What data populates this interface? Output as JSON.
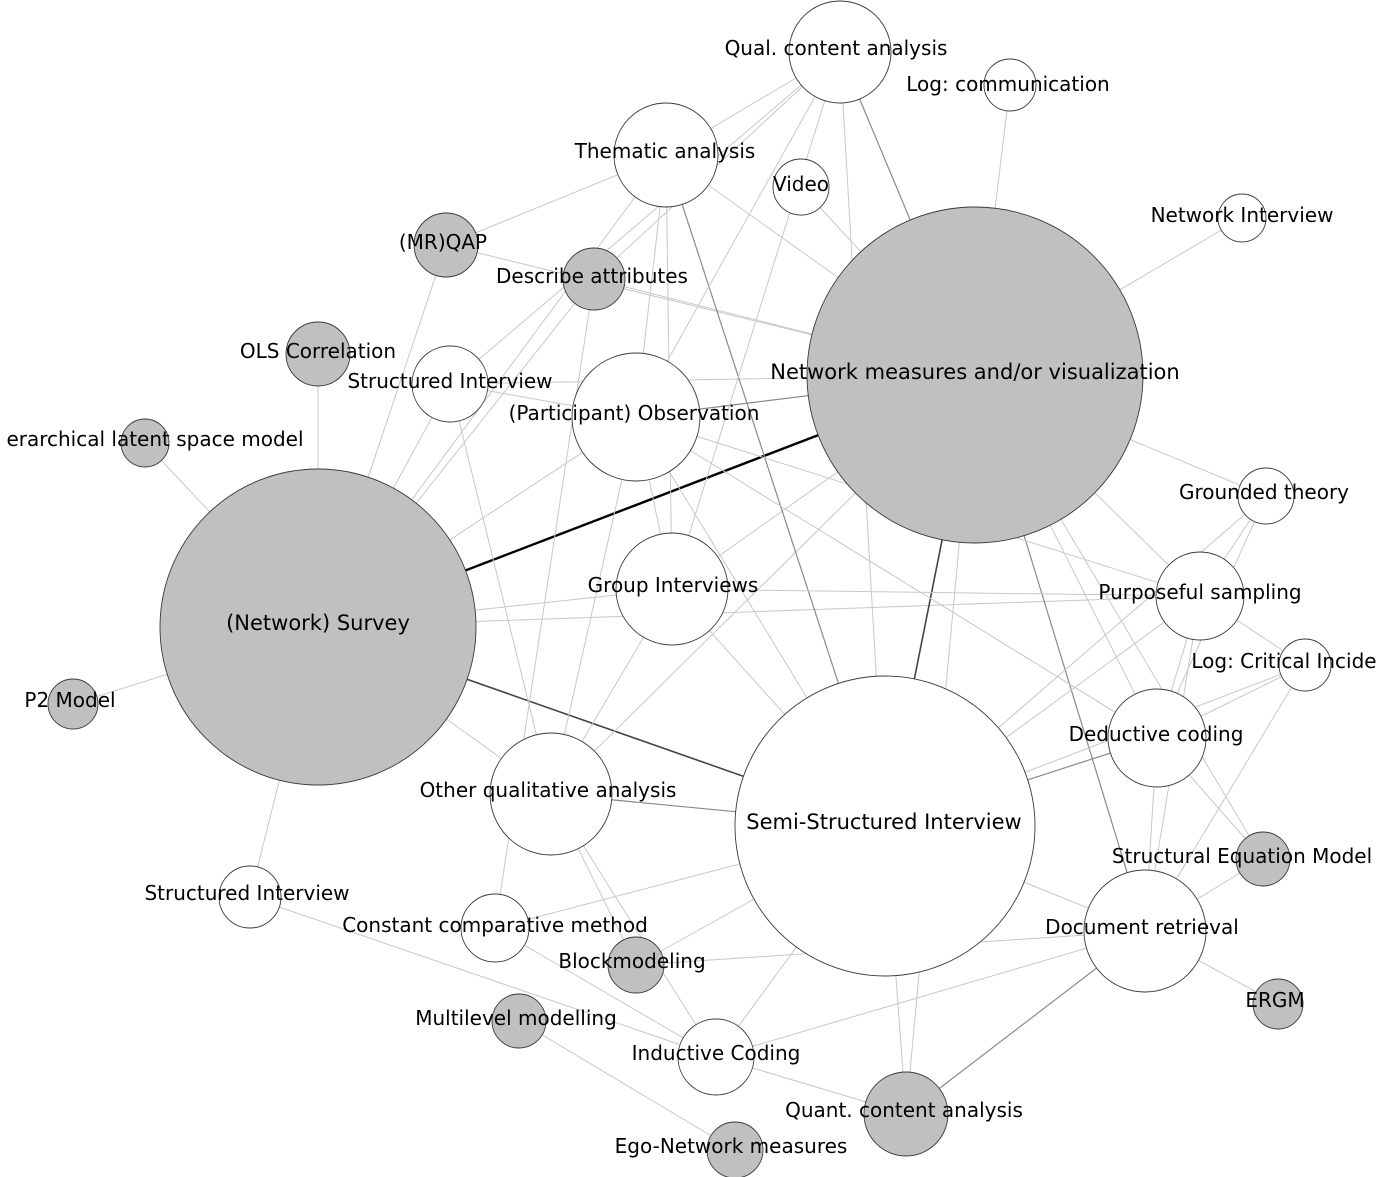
{
  "colors": {
    "background": "#ffffff",
    "quantitative_node": "#c0c0c0",
    "qualitative_node": "#ffffff",
    "node_stroke": "#3a3a3a",
    "label": "#000000"
  },
  "nodes": [
    {
      "id": "network-survey",
      "label": "(Network) Survey",
      "kind": "quantitative"
    },
    {
      "id": "network-measures",
      "label": "Network measures and/or visualization",
      "kind": "quantitative"
    },
    {
      "id": "semi-structured-interview",
      "label": "Semi-Structured Interview",
      "kind": "qualitative"
    },
    {
      "id": "qual-content-analysis",
      "label": "Qual. content analysis",
      "kind": "qualitative"
    },
    {
      "id": "log-communication",
      "label": "Log: communication",
      "kind": "qualitative"
    },
    {
      "id": "thematic-analysis",
      "label": "Thematic analysis",
      "kind": "qualitative"
    },
    {
      "id": "video",
      "label": "Video",
      "kind": "qualitative"
    },
    {
      "id": "network-interview",
      "label": "Network Interview",
      "kind": "qualitative"
    },
    {
      "id": "mr-qap",
      "label": "(MR)QAP",
      "kind": "quantitative"
    },
    {
      "id": "describe-attributes",
      "label": "Describe attributes",
      "kind": "quantitative"
    },
    {
      "id": "ols-correlation",
      "label": "OLS Correlation",
      "kind": "quantitative"
    },
    {
      "id": "structured-interview-top",
      "label": "Structured Interview",
      "kind": "qualitative"
    },
    {
      "id": "participant-observation",
      "label": "(Participant) Observation",
      "kind": "qualitative"
    },
    {
      "id": "hierarchical-latent-space",
      "label": "erarchical latent space model",
      "kind": "quantitative"
    },
    {
      "id": "grounded-theory",
      "label": "Grounded theory",
      "kind": "qualitative"
    },
    {
      "id": "group-interviews",
      "label": "Group Interviews",
      "kind": "qualitative"
    },
    {
      "id": "purposeful-sampling",
      "label": "Purposeful sampling",
      "kind": "qualitative"
    },
    {
      "id": "log-critical-incidents",
      "label": "Log: Critical Incide",
      "kind": "qualitative"
    },
    {
      "id": "p2-model",
      "label": "P2 Model",
      "kind": "quantitative"
    },
    {
      "id": "deductive-coding",
      "label": "Deductive coding",
      "kind": "qualitative"
    },
    {
      "id": "other-qualitative-analysis",
      "label": "Other qualitative analysis",
      "kind": "qualitative"
    },
    {
      "id": "structural-equation-model",
      "label": "Structural Equation Model",
      "kind": "quantitative"
    },
    {
      "id": "structured-interview-bottom",
      "label": "Structured Interview",
      "kind": "qualitative"
    },
    {
      "id": "constant-comparative-method",
      "label": "Constant comparative method",
      "kind": "qualitative"
    },
    {
      "id": "document-retrieval",
      "label": "Document retrieval",
      "kind": "qualitative"
    },
    {
      "id": "blockmodeling",
      "label": "Blockmodeling",
      "kind": "quantitative"
    },
    {
      "id": "ergm",
      "label": "ERGM",
      "kind": "quantitative"
    },
    {
      "id": "multilevel-modelling",
      "label": "Multilevel modelling",
      "kind": "quantitative"
    },
    {
      "id": "inductive-coding",
      "label": "Inductive Coding",
      "kind": "qualitative"
    },
    {
      "id": "quant-content-analysis",
      "label": "Quant. content analysis",
      "kind": "quantitative"
    },
    {
      "id": "ego-network-measures",
      "label": "Ego-Network measures",
      "kind": "quantitative"
    }
  ],
  "edges": [
    [
      "network-survey",
      "network-measures",
      5
    ],
    [
      "network-survey",
      "semi-structured-interview",
      3
    ],
    [
      "network-survey",
      "hierarchical-latent-space",
      1
    ],
    [
      "network-survey",
      "p2-model",
      1
    ],
    [
      "network-survey",
      "ols-correlation",
      1
    ],
    [
      "network-survey",
      "mr-qap",
      1
    ],
    [
      "network-survey",
      "structured-interview-top",
      1
    ],
    [
      "network-survey",
      "participant-observation",
      1
    ],
    [
      "network-survey",
      "describe-attributes",
      1
    ],
    [
      "network-survey",
      "group-interviews",
      1
    ],
    [
      "network-survey",
      "purposeful-sampling",
      1
    ],
    [
      "network-survey",
      "structured-interview-bottom",
      1
    ],
    [
      "network-survey",
      "other-qualitative-analysis",
      1
    ],
    [
      "network-survey",
      "thematic-analysis",
      1
    ],
    [
      "network-measures",
      "semi-structured-interview",
      3
    ],
    [
      "network-measures",
      "qual-content-analysis",
      2
    ],
    [
      "network-measures",
      "log-communication",
      1
    ],
    [
      "network-measures",
      "network-interview",
      1
    ],
    [
      "network-measures",
      "thematic-analysis",
      1
    ],
    [
      "network-measures",
      "video",
      1
    ],
    [
      "network-measures",
      "describe-attributes",
      1
    ],
    [
      "network-measures",
      "structured-interview-top",
      1
    ],
    [
      "network-measures",
      "participant-observation",
      2
    ],
    [
      "network-measures",
      "grounded-theory",
      1
    ],
    [
      "network-measures",
      "purposeful-sampling",
      1
    ],
    [
      "network-measures",
      "deductive-coding",
      1
    ],
    [
      "network-measures",
      "document-retrieval",
      2
    ],
    [
      "network-measures",
      "group-interviews",
      1
    ],
    [
      "network-measures",
      "other-qualitative-analysis",
      1
    ],
    [
      "network-measures",
      "structural-equation-model",
      1
    ],
    [
      "network-measures",
      "quant-content-analysis",
      1
    ],
    [
      "network-measures",
      "mr-qap",
      1
    ],
    [
      "semi-structured-interview",
      "thematic-analysis",
      2
    ],
    [
      "semi-structured-interview",
      "qual-content-analysis",
      1
    ],
    [
      "semi-structured-interview",
      "participant-observation",
      1
    ],
    [
      "semi-structured-interview",
      "group-interviews",
      1
    ],
    [
      "semi-structured-interview",
      "other-qualitative-analysis",
      2
    ],
    [
      "semi-structured-interview",
      "deductive-coding",
      2
    ],
    [
      "semi-structured-interview",
      "purposeful-sampling",
      1
    ],
    [
      "semi-structured-interview",
      "document-retrieval",
      1
    ],
    [
      "semi-structured-interview",
      "inductive-coding",
      1
    ],
    [
      "semi-structured-interview",
      "quant-content-analysis",
      1
    ],
    [
      "semi-structured-interview",
      "blockmodeling",
      1
    ],
    [
      "semi-structured-interview",
      "constant-comparative-method",
      1
    ],
    [
      "semi-structured-interview",
      "grounded-theory",
      1
    ],
    [
      "semi-structured-interview",
      "log-critical-incidents",
      1
    ],
    [
      "qual-content-analysis",
      "thematic-analysis",
      1
    ],
    [
      "qual-content-analysis",
      "participant-observation",
      1
    ],
    [
      "qual-content-analysis",
      "structured-interview-top",
      1
    ],
    [
      "qual-content-analysis",
      "describe-attributes",
      1
    ],
    [
      "qual-content-analysis",
      "group-interviews",
      1
    ],
    [
      "thematic-analysis",
      "mr-qap",
      1
    ],
    [
      "thematic-analysis",
      "group-interviews",
      1
    ],
    [
      "thematic-analysis",
      "participant-observation",
      1
    ],
    [
      "participant-observation",
      "structured-interview-top",
      1
    ],
    [
      "participant-observation",
      "group-interviews",
      1
    ],
    [
      "participant-observation",
      "other-qualitative-analysis",
      1
    ],
    [
      "participant-observation",
      "purposeful-sampling",
      1
    ],
    [
      "participant-observation",
      "deductive-coding",
      1
    ],
    [
      "group-interviews",
      "other-qualitative-analysis",
      1
    ],
    [
      "group-interviews",
      "purposeful-sampling",
      1
    ],
    [
      "structured-interview-top",
      "other-qualitative-analysis",
      1
    ],
    [
      "describe-attributes",
      "constant-comparative-method",
      1
    ],
    [
      "deductive-coding",
      "purposeful-sampling",
      1
    ],
    [
      "deductive-coding",
      "document-retrieval",
      1
    ],
    [
      "deductive-coding",
      "structural-equation-model",
      1
    ],
    [
      "deductive-coding",
      "log-critical-incidents",
      1
    ],
    [
      "deductive-coding",
      "grounded-theory",
      1
    ],
    [
      "document-retrieval",
      "ergm",
      1
    ],
    [
      "document-retrieval",
      "structural-equation-model",
      1
    ],
    [
      "document-retrieval",
      "purposeful-sampling",
      1
    ],
    [
      "document-retrieval",
      "log-critical-incidents",
      1
    ],
    [
      "document-retrieval",
      "quant-content-analysis",
      2
    ],
    [
      "document-retrieval",
      "inductive-coding",
      1
    ],
    [
      "document-retrieval",
      "blockmodeling",
      1
    ],
    [
      "structured-interview-bottom",
      "inductive-coding",
      1
    ],
    [
      "constant-comparative-method",
      "inductive-coding",
      1
    ],
    [
      "multilevel-modelling",
      "ego-network-measures",
      1
    ],
    [
      "other-qualitative-analysis",
      "inductive-coding",
      1
    ],
    [
      "other-qualitative-analysis",
      "blockmodeling",
      1
    ],
    [
      "purposeful-sampling",
      "grounded-theory",
      1
    ],
    [
      "purposeful-sampling",
      "log-critical-incidents",
      1
    ],
    [
      "inductive-coding",
      "quant-content-analysis",
      1
    ]
  ]
}
